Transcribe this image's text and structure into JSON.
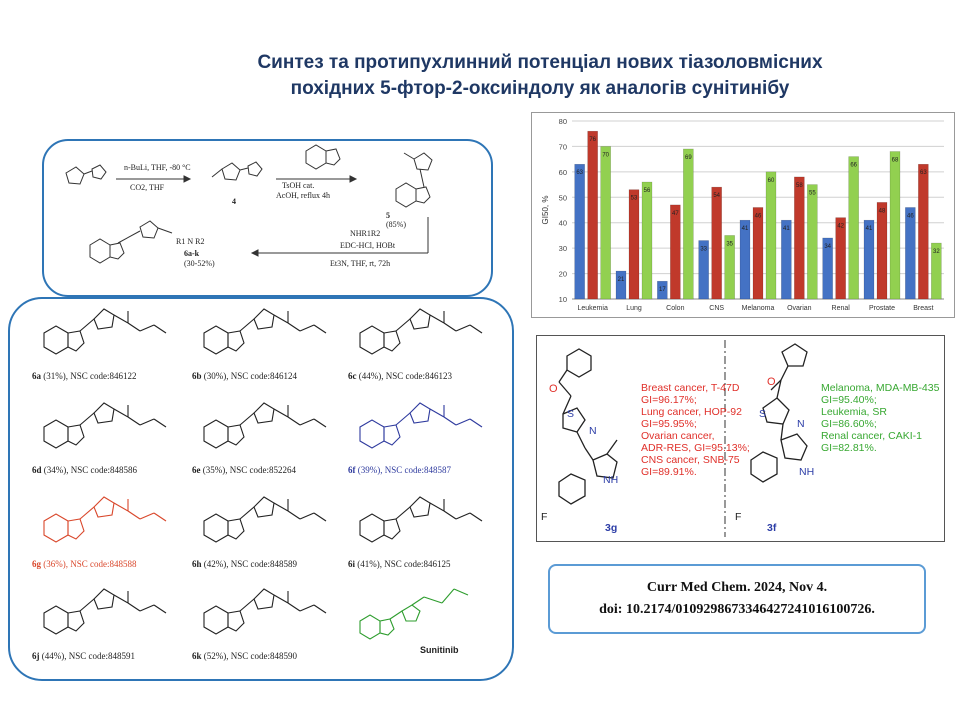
{
  "title": {
    "line1": "Синтез та протипухлинний потенціал нових тіазоловмісних",
    "line2": "похідних 5-фтор-2-оксиіндолу як аналогів сунітинібу"
  },
  "scheme": {
    "step1_reagent_top": "n-BuLi, THF, -80 °C",
    "step1_reagent_bottom": "CO2, THF",
    "compound4_label": "4",
    "step2_reagent_top": "TsOH cat.",
    "step2_reagent_bottom": "AcOH, reflux 4h",
    "compound5_label": "5",
    "compound5_yield": "(85%)",
    "step3_reagent1": "NHR1R2",
    "step3_reagent2": "EDC-HCl, HOBt",
    "step3_reagent3": "Et3N, THF, rt, 72h",
    "product_label": "6a-k",
    "product_yield": "(30-52%)",
    "r_label": "R1  N  R2"
  },
  "compounds": [
    {
      "label": "6a",
      "rest": " (31%), NSC code:846122",
      "color": "#222222"
    },
    {
      "label": "6b",
      "rest": " (30%), NSC code:846124",
      "color": "#222222"
    },
    {
      "label": "6c",
      "rest": " (44%), NSC code:846123",
      "color": "#222222"
    },
    {
      "label": "6d",
      "rest": " (34%), NSC code:848586",
      "color": "#222222"
    },
    {
      "label": "6e",
      "rest": " (35%), NSC code:852264",
      "color": "#222222"
    },
    {
      "label": "6f",
      "rest": " (39%), NSC code:848587",
      "color": "#2e3a9e"
    },
    {
      "label": "6g",
      "rest": " (36%), NSC code:848588",
      "color": "#d9472b"
    },
    {
      "label": "6h",
      "rest": " (42%), NSC code:848589",
      "color": "#222222"
    },
    {
      "label": "6i",
      "rest": " (41%), NSC code:846125",
      "color": "#222222"
    },
    {
      "label": "6j",
      "rest": " (44%), NSC code:848591",
      "color": "#222222"
    },
    {
      "label": "6k",
      "rest": " (52%), NSC code:848590",
      "color": "#222222"
    }
  ],
  "sunitinib_label": "Sunitinib",
  "chart_data": {
    "type": "bar",
    "ylabel": "GI50, %",
    "ylim": [
      10,
      80
    ],
    "yticks": [
      10,
      20,
      30,
      40,
      50,
      60,
      70,
      80
    ],
    "grid": true,
    "categories": [
      "Leukemia",
      "Lung",
      "Colon",
      "CNS",
      "Melanoma",
      "Ovarian",
      "Renal",
      "Prostate",
      "Breast"
    ],
    "series": [
      {
        "color": "#4472c4",
        "values": [
          63,
          21,
          17,
          33,
          41,
          41,
          34,
          41,
          46
        ]
      },
      {
        "color": "#c0392b",
        "values": [
          76,
          53,
          47,
          54,
          46,
          58,
          42,
          48,
          63
        ]
      },
      {
        "color": "#92d050",
        "values": [
          70,
          56,
          69,
          35,
          60,
          55,
          66,
          68,
          32
        ]
      }
    ]
  },
  "activity": {
    "left": {
      "compound_label": "3g",
      "text": "Breast cancer, T-47D\nGI=96.17%;\nLung cancer, HOP-92\nGI=95.95%;\nOvarian cancer,\nADR-RES, GI=95.13%;\nCNS cancer, SNB-75\nGI=89.91%.",
      "text_color": "#e0302a",
      "f_label": "F",
      "nh_label": "NH",
      "n_label": "N",
      "s_label": "S",
      "o_label": "O"
    },
    "right": {
      "compound_label": "3f",
      "text": "Melanoma, MDA-MB-435\nGI=95.40%;\nLeukemia, SR\nGI=86.60%;\nRenal cancer, CAKI-1\nGI=82.81%.",
      "text_color": "#38a832",
      "f_label": "F",
      "nh_label": "NH",
      "n_label": "N",
      "s_label": "S",
      "o_label": "O"
    }
  },
  "reference": {
    "line1": "Curr  Med Chem.  2024, Nov 4.",
    "line2": "doi:  10.2174/0109298673346427241016100726."
  }
}
